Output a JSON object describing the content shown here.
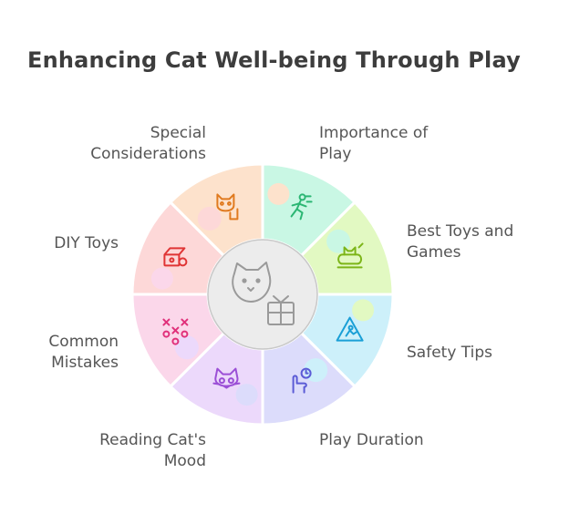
{
  "title": "Enhancing Cat Well-being Through Play",
  "center": {
    "icon": "cat-gift-icon",
    "fill": "#ececec",
    "stroke": "#c8c8c8"
  },
  "segments": [
    {
      "id": "importance",
      "label": "Importance of\nPlay",
      "color": "#c9f7e4",
      "icon": "running-person-icon",
      "icon_color": "#2bb673"
    },
    {
      "id": "toys",
      "label": "Best Toys and\nGames",
      "color": "#e2f9c2",
      "icon": "cat-toy-icon",
      "icon_color": "#7cb518"
    },
    {
      "id": "safety",
      "label": "Safety Tips",
      "color": "#cdf0fa",
      "icon": "warning-sign-icon",
      "icon_color": "#1a9fd6"
    },
    {
      "id": "duration",
      "label": "Play Duration",
      "color": "#dcdcfb",
      "icon": "hand-timer-icon",
      "icon_color": "#5b5bd6"
    },
    {
      "id": "mood",
      "label": "Reading Cat's\nMood",
      "color": "#ecd9fb",
      "icon": "cat-face-icon",
      "icon_color": "#9b4fd6"
    },
    {
      "id": "mistakes",
      "label": "Common\nMistakes",
      "color": "#fbd7ea",
      "icon": "x-o-icon",
      "icon_color": "#e0307a"
    },
    {
      "id": "diy",
      "label": "DIY Toys",
      "color": "#fdd8d8",
      "icon": "diy-box-icon",
      "icon_color": "#e03535"
    },
    {
      "id": "special",
      "label": "Special\nConsiderations",
      "color": "#fde2cc",
      "icon": "cat-hand-icon",
      "icon_color": "#e07a1f"
    }
  ]
}
